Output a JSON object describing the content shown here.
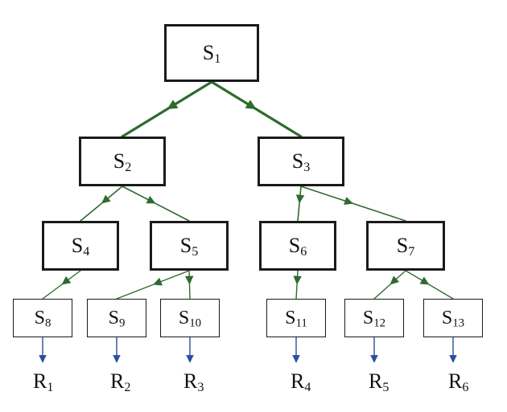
{
  "colors": {
    "tree_edge": "#2e6b2e",
    "result_arrow": "#2a4ea0",
    "box_border": "#1a1a1a",
    "text": "#111111"
  },
  "nodes": [
    {
      "id": "S1",
      "base": "S",
      "sub": "1"
    },
    {
      "id": "S2",
      "base": "S",
      "sub": "2"
    },
    {
      "id": "S3",
      "base": "S",
      "sub": "3"
    },
    {
      "id": "S4",
      "base": "S",
      "sub": "4"
    },
    {
      "id": "S5",
      "base": "S",
      "sub": "5"
    },
    {
      "id": "S6",
      "base": "S",
      "sub": "6"
    },
    {
      "id": "S7",
      "base": "S",
      "sub": "7"
    },
    {
      "id": "S8",
      "base": "S",
      "sub": "8"
    },
    {
      "id": "S9",
      "base": "S",
      "sub": "9"
    },
    {
      "id": "S10",
      "base": "S",
      "sub": "10"
    },
    {
      "id": "S11",
      "base": "S",
      "sub": "11"
    },
    {
      "id": "S12",
      "base": "S",
      "sub": "12"
    },
    {
      "id": "S13",
      "base": "S",
      "sub": "13"
    }
  ],
  "edges": [
    {
      "from": "S1",
      "to": "S2"
    },
    {
      "from": "S1",
      "to": "S3"
    },
    {
      "from": "S2",
      "to": "S4"
    },
    {
      "from": "S2",
      "to": "S5"
    },
    {
      "from": "S3",
      "to": "S6"
    },
    {
      "from": "S3",
      "to": "S7"
    },
    {
      "from": "S4",
      "to": "S8"
    },
    {
      "from": "S5",
      "to": "S9"
    },
    {
      "from": "S5",
      "to": "S10"
    },
    {
      "from": "S6",
      "to": "S11"
    },
    {
      "from": "S7",
      "to": "S12"
    },
    {
      "from": "S7",
      "to": "S13"
    }
  ],
  "results": [
    {
      "id": "R1",
      "from": "S8",
      "base": "R",
      "sub": "1"
    },
    {
      "id": "R2",
      "from": "S9",
      "base": "R",
      "sub": "2"
    },
    {
      "id": "R3",
      "from": "S10",
      "base": "R",
      "sub": "3"
    },
    {
      "id": "R4",
      "from": "S11",
      "base": "R",
      "sub": "4"
    },
    {
      "id": "R5",
      "from": "S12",
      "base": "R",
      "sub": "5"
    },
    {
      "id": "R6",
      "from": "S13",
      "base": "R",
      "sub": "6"
    }
  ]
}
